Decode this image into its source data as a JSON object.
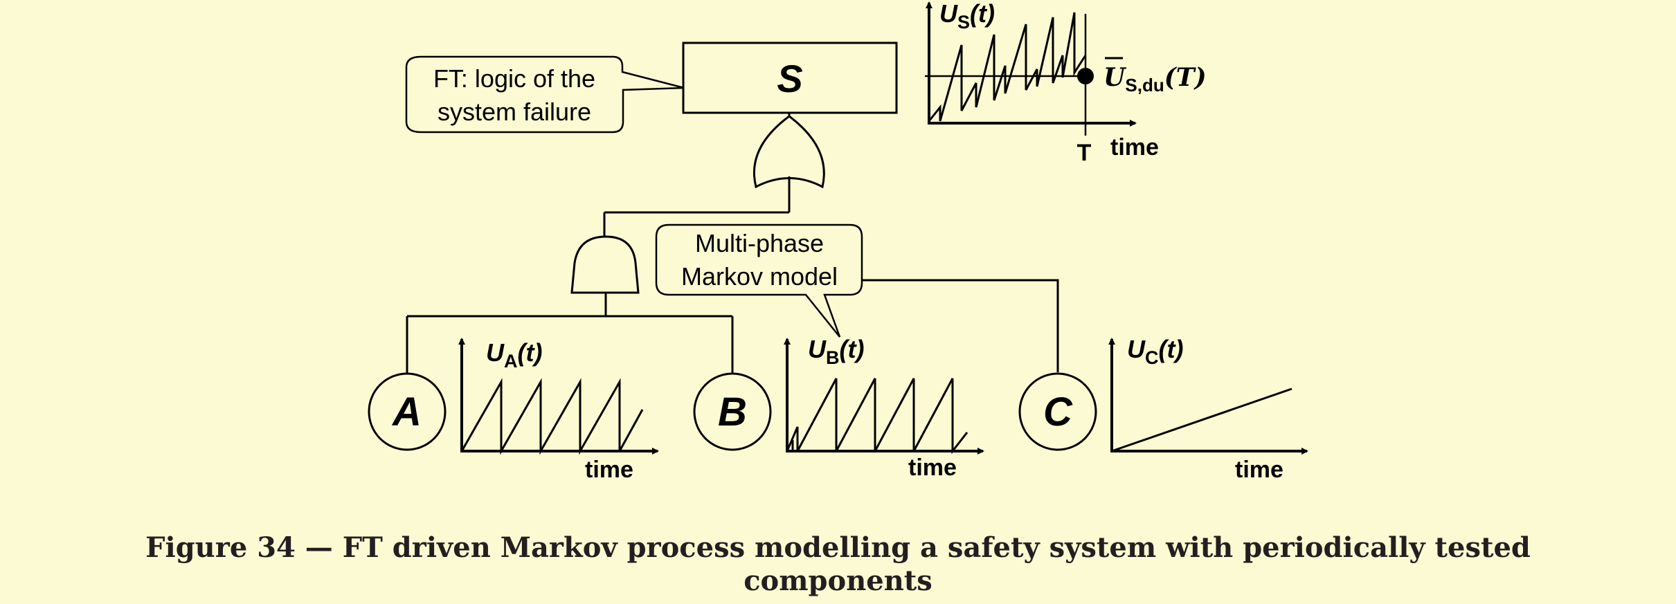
{
  "diagram": {
    "top_event": {
      "label": "S"
    },
    "callout_ft": {
      "line1": "FT: logic of the",
      "line2": "system failure"
    },
    "callout_markov": {
      "line1": "Multi-phase",
      "line2": "Markov model"
    },
    "components": {
      "a": {
        "label": "A",
        "plot_var": "U",
        "plot_sub": "A",
        "plot_arg": "(t)",
        "xlabel": "time"
      },
      "b": {
        "label": "B",
        "plot_var": "U",
        "plot_sub": "B",
        "plot_arg": "(t)",
        "xlabel": "time"
      },
      "c": {
        "label": "C",
        "plot_var": "U",
        "plot_sub": "C",
        "plot_arg": "(t)",
        "xlabel": "time"
      }
    },
    "system_plot": {
      "var": "U",
      "sub": "S",
      "arg": "(t)",
      "avg_var": "U",
      "avg_sub": "S,du",
      "avg_arg": "(T)",
      "tick_label": "T",
      "xlabel": "time"
    }
  },
  "caption": {
    "line1": "Figure 34 — FT driven Markov process modelling a safety system with periodically tested",
    "line2": "components"
  }
}
